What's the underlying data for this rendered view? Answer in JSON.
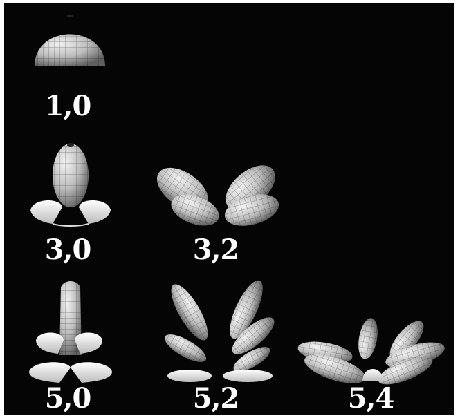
{
  "labels": {
    "l10": "1,0",
    "l30": "3,0",
    "l32": "3,2",
    "l50": "5,0",
    "l52": "5,2",
    "l54": "5,4"
  }
}
